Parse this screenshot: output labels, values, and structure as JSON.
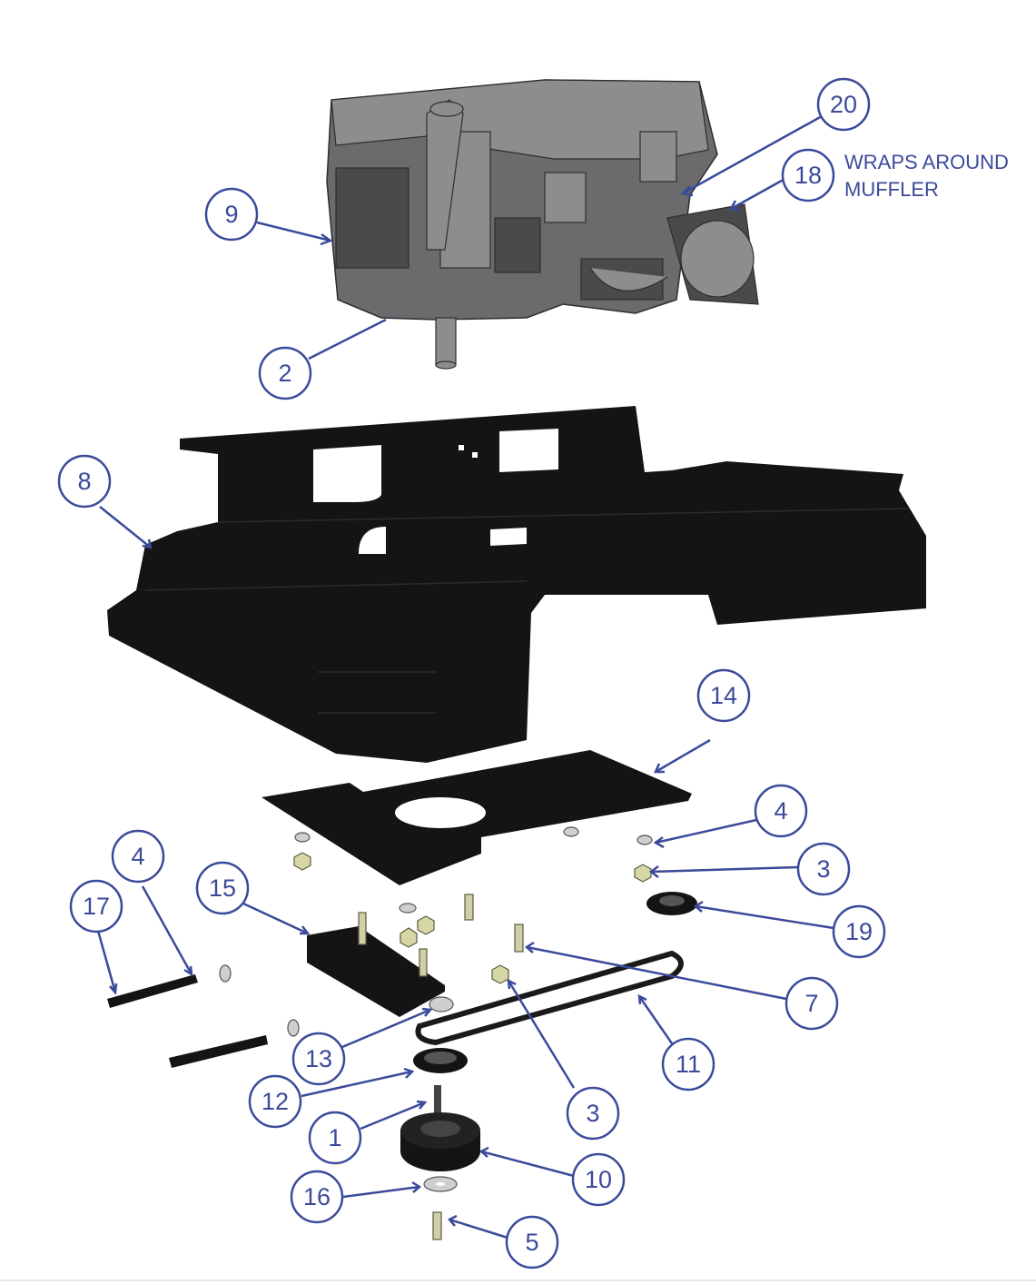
{
  "callouts": [
    {
      "number": "20"
    },
    {
      "number": "18"
    },
    {
      "number": "9"
    },
    {
      "number": "2"
    },
    {
      "number": "8"
    },
    {
      "number": "14"
    },
    {
      "number": "4"
    },
    {
      "number": "3"
    },
    {
      "number": "19"
    },
    {
      "number": "4"
    },
    {
      "number": "17"
    },
    {
      "number": "15"
    },
    {
      "number": "7"
    },
    {
      "number": "11"
    },
    {
      "number": "13"
    },
    {
      "number": "12"
    },
    {
      "number": "3"
    },
    {
      "number": "1"
    },
    {
      "number": "10"
    },
    {
      "number": "16"
    },
    {
      "number": "5"
    }
  ],
  "note": {
    "line1": "WRAPS AROUND",
    "line2": "MUFFLER"
  },
  "colors": {
    "callout": "#3b4a9a",
    "frame": "#141416",
    "engine": "#6b6b6e",
    "hardware": "#d7d7a6"
  }
}
